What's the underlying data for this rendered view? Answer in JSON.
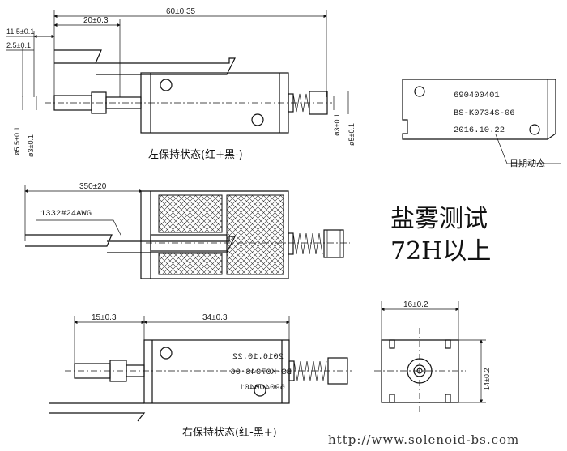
{
  "top_view": {
    "dims": {
      "overall": "60±0.35",
      "shaft": "20±0.3",
      "tip1": "11.5±0.1",
      "tip2": "2.5±0.1",
      "d1": "ø5.5±0.1",
      "d2": "ø3±0.1",
      "d3": "ø3±0.1",
      "d4": "ø5±0.1"
    },
    "caption": "左保持状态(红+黑-)"
  },
  "label_view": {
    "lines": [
      "690400401",
      "BS-K0734S-06",
      "2016.10.22"
    ],
    "callout": "日期动态"
  },
  "section_view": {
    "lead_length": "350±20",
    "wire": "1332#24AWG"
  },
  "test_note": {
    "line1": "盐雾测试",
    "line2": "72H以上"
  },
  "bottom_view": {
    "dims": {
      "a": "15±0.3",
      "b": "34±0.3"
    },
    "mirrored_lines": [
      "2016.10.22",
      "BS-K0734S-06",
      "690400401"
    ],
    "caption": "右保持状态(红-黑+)"
  },
  "end_view": {
    "width": "16±0.2",
    "height": "14±0.2"
  },
  "watermark": "http://www.solenoid-bs.com"
}
